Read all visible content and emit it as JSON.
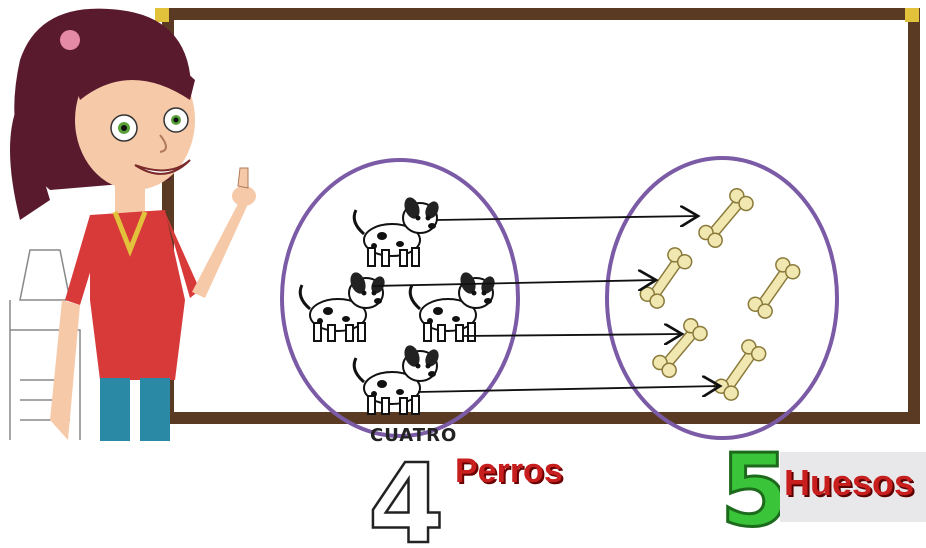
{
  "left_group": {
    "word": "CUATRO",
    "number": "4",
    "label": "Perros"
  },
  "right_group": {
    "number": "5",
    "label": "Huesos"
  },
  "colors": {
    "board_frame": "#5b3a23",
    "set_circle": "#7b5aa6",
    "label_red": "#c81e1e",
    "number_green": "#39c43a",
    "shirt": "#d83a3a",
    "hair": "#5a1a2e"
  },
  "icons": [
    "dog-icon",
    "bone-icon",
    "arrow-icon",
    "teacher-illustration"
  ]
}
